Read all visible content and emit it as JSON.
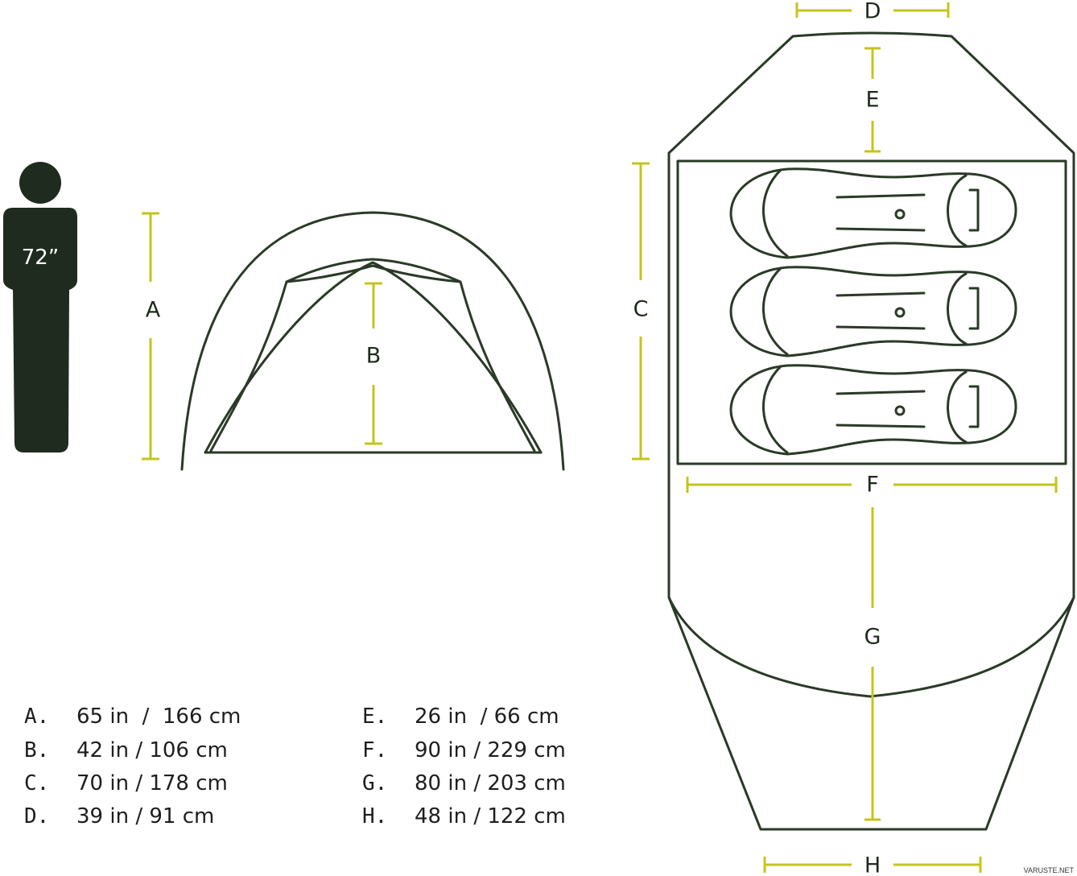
{
  "person": {
    "height_label": "72”"
  },
  "dimension_markers": {
    "A": "A",
    "B": "B",
    "C": "C",
    "D": "D",
    "E": "E",
    "F": "F",
    "G": "G",
    "H": "H"
  },
  "specs_left": [
    {
      "letter": "A.",
      "value": "65 in  /  166 cm"
    },
    {
      "letter": "B.",
      "value": "42 in / 106 cm"
    },
    {
      "letter": "C.",
      "value": "70 in / 178 cm"
    },
    {
      "letter": "D.",
      "value": "39 in / 91 cm"
    }
  ],
  "specs_right": [
    {
      "letter": "E.",
      "value": "26 in  / 66 cm"
    },
    {
      "letter": "F.",
      "value": "90 in / 229 cm"
    },
    {
      "letter": "G.",
      "value": "80 in / 203 cm"
    },
    {
      "letter": "H.",
      "value": "48 in / 122 cm"
    }
  ],
  "watermark": "VARUSTE.NET",
  "colors": {
    "outline": "#2a3a27",
    "dimension": "#c4c41e",
    "person": "#1f2b1e"
  }
}
